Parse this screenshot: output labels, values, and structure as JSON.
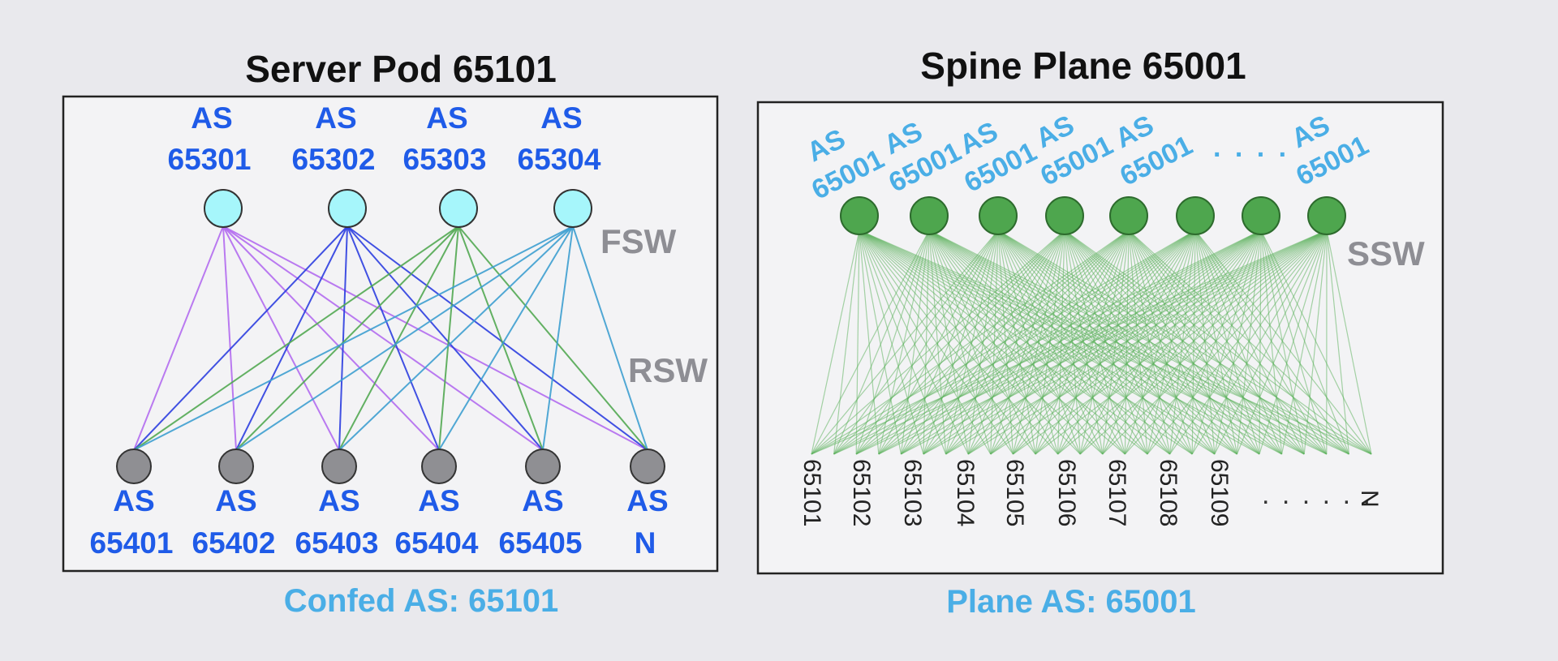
{
  "server_pod": {
    "title": "Server Pod 65101",
    "fsw": [
      {
        "as": "AS",
        "num": "65301"
      },
      {
        "as": "AS",
        "num": "65302"
      },
      {
        "as": "AS",
        "num": "65303"
      },
      {
        "as": "AS",
        "num": "65304"
      }
    ],
    "rsw": [
      {
        "as": "AS",
        "num": "65401"
      },
      {
        "as": "AS",
        "num": "65402"
      },
      {
        "as": "AS",
        "num": "65403"
      },
      {
        "as": "AS",
        "num": "65404"
      },
      {
        "as": "AS",
        "num": "65405"
      },
      {
        "as": "AS",
        "num": "N"
      }
    ],
    "fsw_role": "FSW",
    "rsw_role": "RSW",
    "caption": "Confed AS: 65101",
    "link_colors": [
      "#b36cf0",
      "#2c3ee0",
      "#52a852",
      "#3d9fd0"
    ]
  },
  "spine_plane": {
    "title": "Spine Plane 65001",
    "ssw": [
      {
        "as": "AS",
        "num": "65001"
      },
      {
        "as": "AS",
        "num": "65001"
      },
      {
        "as": "AS",
        "num": "65001"
      },
      {
        "as": "AS",
        "num": "65001"
      },
      {
        "as": "AS",
        "num": "65001"
      },
      {
        "as": "AS",
        "num": "65001"
      }
    ],
    "ssw_ellipsis": ". . . .",
    "ssw_role": "SSW",
    "pods": [
      "65101",
      "65102",
      "65103",
      "65104",
      "65105",
      "65106",
      "65107",
      "65108",
      "65109"
    ],
    "pod_ellipsis": ". . . . . .",
    "pod_last": "N",
    "caption": "Plane AS: 65001",
    "link_color": "#5fb25f",
    "node_color": "#4ea64e"
  },
  "colors": {
    "fsw_node": "#a6f6fb",
    "rsw_node": "#8f8f93",
    "as_text_blue": "#1f5be8",
    "as_text_light": "#4aaee6"
  }
}
